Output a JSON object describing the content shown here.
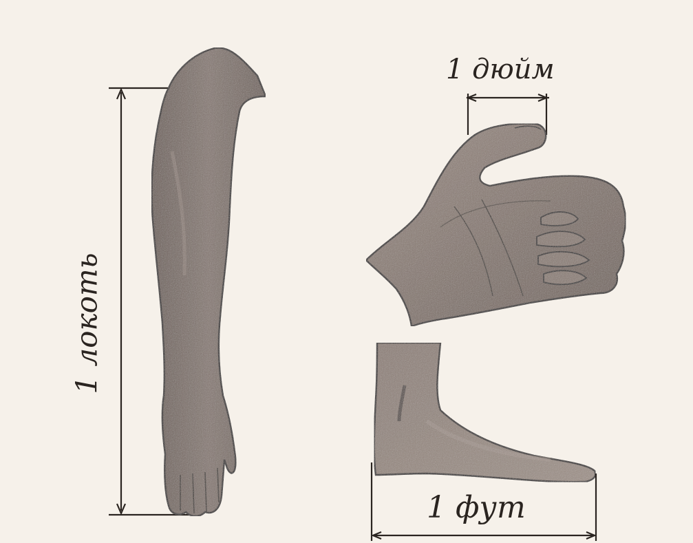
{
  "labels": {
    "cubit": "1 локоть",
    "inch": "1 дюйм",
    "foot": "1 фут"
  },
  "colors": {
    "background": "#f6f1ea",
    "skin_fill": "#7d6e66",
    "skin_light": "#a3948a",
    "outline": "#2a2420",
    "measure_line": "#2a2420"
  }
}
